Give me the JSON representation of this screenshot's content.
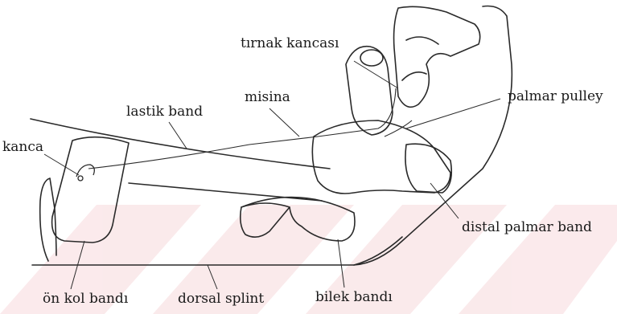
{
  "labels": {
    "tirnak_kancasi": "tırnak kancası",
    "misina": "misina",
    "lastik_band": "lastik band",
    "kanca": "kanca",
    "palmar_pulley": "palmar pulley",
    "distal_palmar_band": "distal palmar band",
    "on_kol_bandi": "ön kol bandı",
    "dorsal_splint": "dorsal splint",
    "bilek_bandi": "bilek bandı"
  },
  "colors": {
    "line": "#2a2a2a",
    "watermark": "#f7d9dc",
    "background": "#ffffff"
  }
}
